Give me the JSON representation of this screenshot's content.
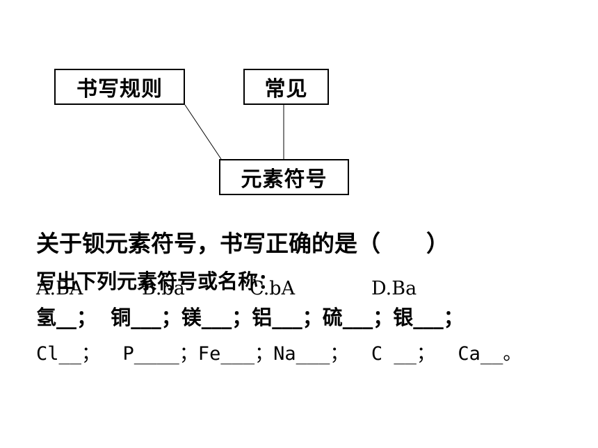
{
  "diagram": {
    "rules_label": "书写规则",
    "common_label": "常见",
    "symbol_label": "元素符号"
  },
  "question": {
    "text": "关于钡元素符号，书写正确的是（　　）",
    "options": {
      "a": "A.BA",
      "b": "B.ba",
      "c": "C.bA",
      "d": "D.Ba"
    }
  },
  "exercise": {
    "instruction": "写出下列元素符号或名称：",
    "names_line": "氢__；  铜___；镁___；铝___；硫___；银___；",
    "symbols_line": "Cl__；  P____；Fe___；Na___；  C __；  Ca__。"
  }
}
